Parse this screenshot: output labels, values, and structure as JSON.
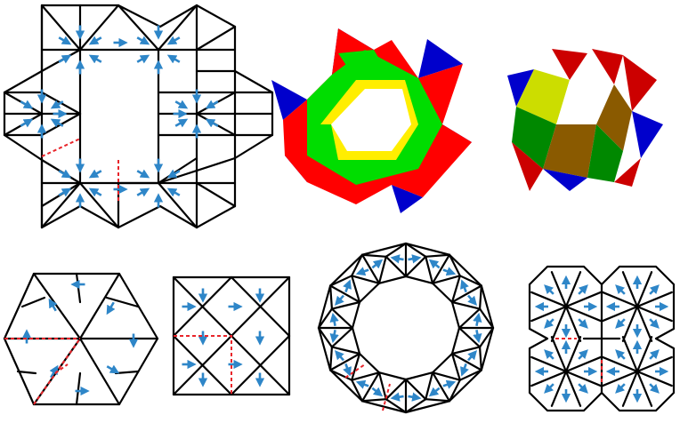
{
  "figure": {
    "panels": [
      {
        "id": "a",
        "kind": "star-hexagon-ring-flat-pattern",
        "arrow_color": "#2e86c8",
        "cut_color": "#e8242a"
      },
      {
        "id": "b",
        "kind": "star-hexagon-ring-colored-flat",
        "colors": [
          "#0000cc",
          "#ff0000",
          "#00dd00",
          "#ffee00"
        ]
      },
      {
        "id": "c",
        "kind": "star-hexagon-ring-folded-3d",
        "colors": [
          "#0000cc",
          "#cc0000",
          "#008800",
          "#ccdd00",
          "#8a5a00"
        ]
      },
      {
        "id": "d",
        "kind": "hexagon-pattern"
      },
      {
        "id": "e",
        "kind": "square-pattern"
      },
      {
        "id": "f",
        "kind": "dodecagon-ring-pattern"
      },
      {
        "id": "g",
        "kind": "double-octagon-pattern"
      }
    ],
    "arrow_color": "#2e86c8",
    "cut_color": "#e8242a",
    "line_color": "#000000"
  }
}
